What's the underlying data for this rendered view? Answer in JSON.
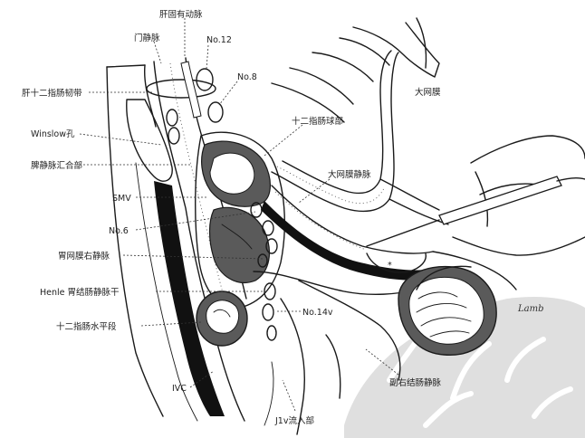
{
  "labels": {
    "hepatic_artery": "肝固有动脉",
    "portal_vein": "门静脉",
    "no12": "No.12",
    "no8": "No.8",
    "hepatoduodenal_ligament": "肝十二指肠韧带",
    "duodenal_bulb": "十二指肠球部",
    "winslow": "Winslow孔",
    "splenic_confluence": "脾静脉汇合部",
    "greater_omentum": "大网膜",
    "gastroepiploic_vein": "大网膜静脉",
    "smv": "SMV",
    "no6": "No.6",
    "right_gastroepiploic_vein": "胃网膜右静脉",
    "henle_trunk": "Henle 胃结肠静脉干",
    "no14v": "No.14v",
    "duodenum_horizontal": "十二指肠水平段",
    "ivc": "IVC",
    "accessory_right_colic_vein": "副右结肠静脉",
    "j1v_entry": "J1v流入部",
    "asterisk": "*",
    "signature": "Lamb"
  },
  "colors": {
    "ink": "#1a1a1a",
    "fill_dark": "#111111",
    "fill_mid": "#5a5a5a",
    "fill_light": "#8a8a8a",
    "watermark": "#d9d9d9"
  }
}
